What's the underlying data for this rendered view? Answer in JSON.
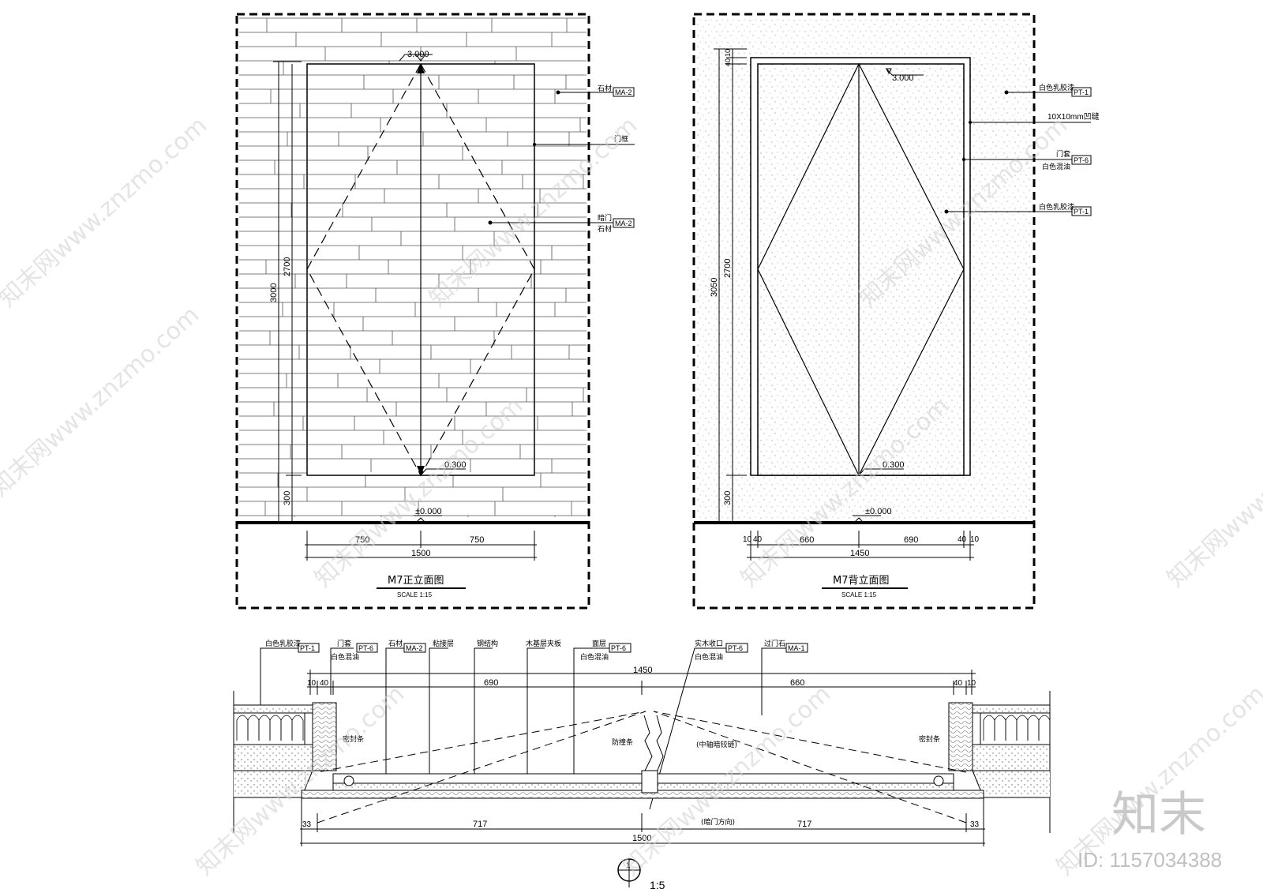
{
  "front_elevation": {
    "title": "M7正立面图",
    "scale": "SCALE 1:15",
    "level_top": "3.000",
    "level_base": "0.300",
    "level_floor": "±0.000",
    "dim_total_height": "3000",
    "dim_door_height": "2700",
    "dim_base": "300",
    "dim_left_leaf": "750",
    "dim_right_leaf": "750",
    "dim_width": "1500",
    "tags": [
      {
        "text": "石材",
        "code": "MA-2"
      },
      {
        "text": "门框",
        "code": ""
      },
      {
        "text": "暗门",
        "code": "MA-2"
      },
      {
        "text": "石材",
        "code": ""
      }
    ]
  },
  "back_elevation": {
    "title": "M7背立面图",
    "scale": "SCALE 1:15",
    "level_top": "3.000",
    "level_base": "0.300",
    "level_floor": "±0.000",
    "dim_total_height": "3050",
    "dim_door_height": "2700",
    "dim_base": "300",
    "dim_top_a": "40",
    "dim_top_b": "10",
    "dim_bottom": [
      "10",
      "40",
      "660",
      "690",
      "40",
      "10"
    ],
    "dim_width": "1450",
    "tags": [
      {
        "text": "白色乳胶漆",
        "code": "PT-1"
      },
      {
        "text": "10X10mm凹缝",
        "code": ""
      },
      {
        "text": "门套",
        "code": "PT-6"
      },
      {
        "text": "白色混油",
        "code": ""
      },
      {
        "text": "白色乳胶漆",
        "code": "PT-1"
      }
    ]
  },
  "plan_section": {
    "scale": "1:5",
    "section_mark": "1",
    "callouts": [
      {
        "text": "白色乳胶漆",
        "code": "PT-1"
      },
      {
        "text": "门套",
        "code": "PT-6"
      },
      {
        "text": "白色混油",
        "code": ""
      },
      {
        "text": "石材",
        "code": "MA-2"
      },
      {
        "text": "粘接层",
        "code": ""
      },
      {
        "text": "钢结构",
        "code": ""
      },
      {
        "text": "木基层夹板",
        "code": ""
      },
      {
        "text": "面层",
        "code": "PT-6"
      },
      {
        "text": "白色混油",
        "code": ""
      },
      {
        "text": "实木收口",
        "code": "PT-6"
      },
      {
        "text": "白色混油",
        "code": ""
      },
      {
        "text": "过门石",
        "code": "MA-1"
      }
    ],
    "notes": [
      "密封条",
      "防撞条",
      "(中轴暗铰链)",
      "密封条",
      "(暗门方向)"
    ],
    "dim_top_total": "1450",
    "dim_top": [
      "10",
      "40",
      "690",
      "660",
      "40",
      "10"
    ],
    "dim_bottom": [
      "33",
      "717",
      "717",
      "33"
    ],
    "dim_bottom_total": "1500"
  },
  "watermark": {
    "site": "知末网www.znzmo.com",
    "logo": "知末",
    "id": "ID: 1157034388"
  }
}
